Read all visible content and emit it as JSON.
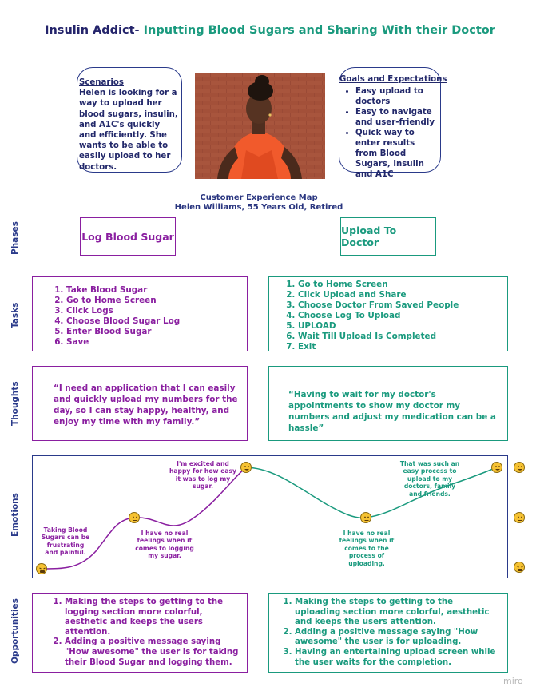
{
  "title": {
    "part1": "Insulin Addict-",
    "part2": " Inputting Blood Sugars and Sharing With their Doctor"
  },
  "scenarios": {
    "heading": "Scenarios",
    "body": "Helen is looking for a way to upload her blood sugars, insulin, and A1C's quickly and efficiently. She wants to be able to easily upload to her doctors."
  },
  "goals": {
    "heading": "Goals and Expectations",
    "items": [
      "Easy upload to doctors",
      "Easy to navigate and user-friendly",
      "Quick way to enter results from Blood Sugars, Insulin and A1C"
    ]
  },
  "map": {
    "heading": "Customer Experience Map",
    "subheading": "Helen Williams, 55 Years Old, Retired"
  },
  "row_labels": {
    "phases": "Phases",
    "tasks": "Tasks",
    "thoughts": "Thoughts",
    "emotions": "Emotions",
    "opportunities": "Opportunities"
  },
  "phases": {
    "left": "Log Blood Sugar",
    "right": "Upload To Doctor"
  },
  "tasks": {
    "left": [
      "Take Blood Sugar",
      "Go to Home Screen",
      "Click Logs",
      "Choose Blood Sugar Log",
      "Enter Blood Sugar",
      "Save"
    ],
    "right": [
      "Go to Home Screen",
      "Click Upload and Share",
      "Choose Doctor From Saved People",
      "Choose Log To Upload",
      "UPLOAD",
      "Wait Till Upload Is Completed",
      "Exit"
    ]
  },
  "thoughts": {
    "left": "“I need an application that I can easily and quickly upload my numbers for the day, so I can stay happy, healthy, and enjoy my time with my family.”",
    "right": "“Having to wait for my doctor's appointments to show my doctor my numbers and adjust my medication can be a hassle”"
  },
  "emotions": {
    "notes": [
      "Taking Blood Sugars can be frustrating and painful.",
      "I have no real feelings when it comes to logging my sugar.",
      "I'm excited and happy for how easy it was to log my sugar.",
      "I have no real feelings when it comes to the process of uploading.",
      "That was such an easy process to upload to my doctors, family and friends."
    ],
    "scale": [
      "happy",
      "neutral",
      "frustrated"
    ]
  },
  "opportunities": {
    "left": [
      "Making the steps to getting to the logging section more colorful, aesthetic and keeps the users attention.",
      "Adding a positive message saying \"How awesome\" the user is for taking their Blood Sugar and logging them."
    ],
    "right": [
      "Making the steps to getting to the uploading section more colorful, aesthetic and keeps the users attention.",
      "Adding a positive message saying \"How awesome\" the user is for uploading.",
      "Having an entertaining upload screen while the user waits for the completion."
    ]
  },
  "watermark": "miro",
  "colors": {
    "purple": "#8a1fa0",
    "teal": "#1a9a7e",
    "navy": "#2a3a8a"
  }
}
